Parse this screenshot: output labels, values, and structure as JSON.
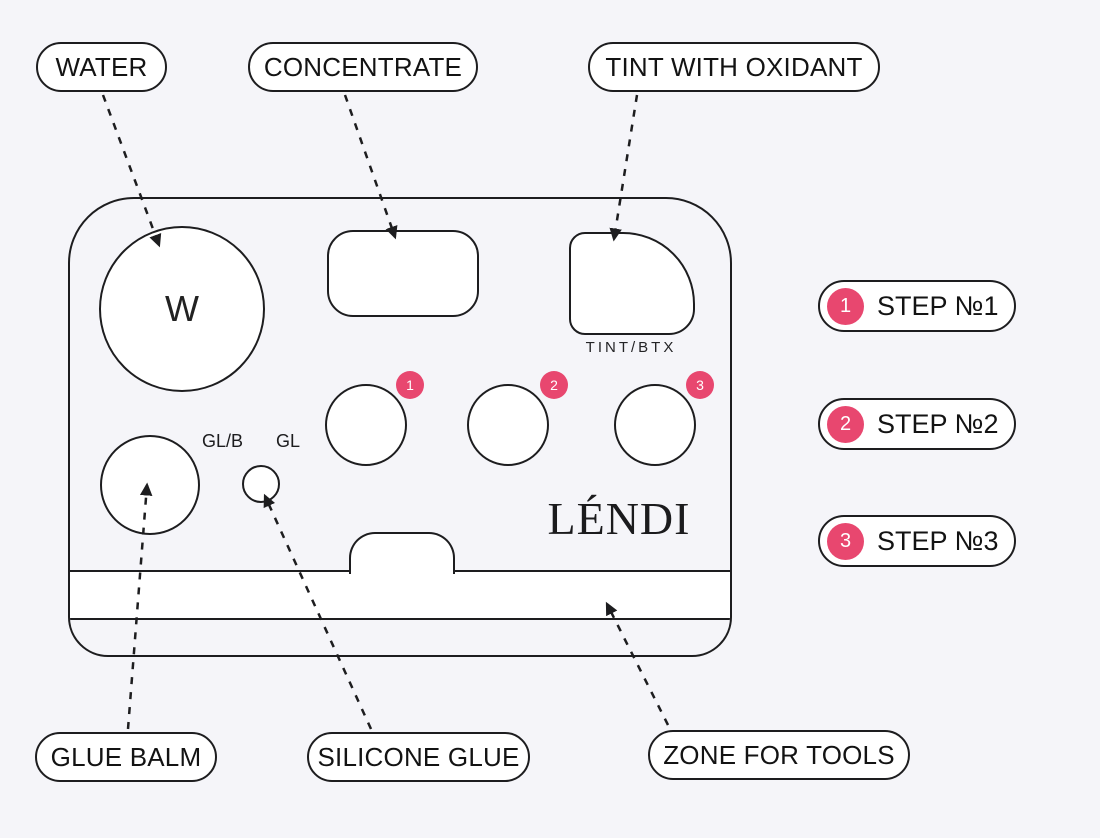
{
  "callouts": {
    "water": "WATER",
    "concentrate": "CONCENTRATE",
    "tint_with_oxidant": "TINT WITH OXIDANT",
    "glue_balm": "GLUE BALM",
    "silicone_glue": "SILICONE GLUE",
    "zone_for_tools": "ZONE FOR TOOLS"
  },
  "palette": {
    "water_well_label": "W",
    "tint_well_label": "TINT/BTX",
    "glue_balm_well_label": "GL/B",
    "silicone_glue_well_label": "GL",
    "brand": "LÉNDI",
    "well_badges": [
      "1",
      "2",
      "3"
    ]
  },
  "steps": [
    {
      "num": "1",
      "label": "STEP №1"
    },
    {
      "num": "2",
      "label": "STEP №2"
    },
    {
      "num": "3",
      "label": "STEP №3"
    }
  ],
  "colors": {
    "accent_pink": "#e8476f",
    "outline": "#1d1d1f",
    "background": "#f5f5f9",
    "well_fill": "#ffffff"
  }
}
